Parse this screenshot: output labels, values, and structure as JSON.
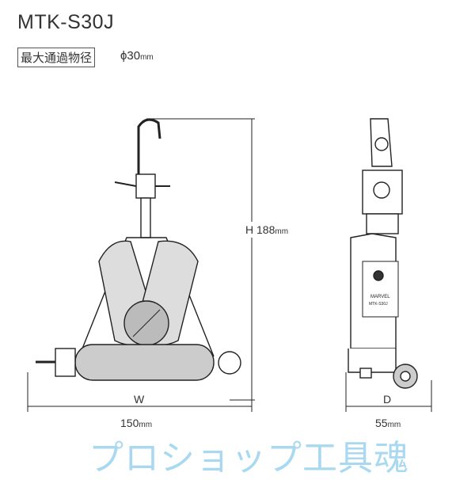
{
  "title": "MTK-S30J",
  "spec": {
    "label": "最大通過物径",
    "symbol": "ϕ",
    "value": "30",
    "unit": "mm"
  },
  "dimensions": {
    "width": {
      "letter": "W",
      "value": "150",
      "unit": "mm"
    },
    "height": {
      "letter": "H",
      "value": "188",
      "unit": "mm"
    },
    "depth": {
      "letter": "D",
      "value": "55",
      "unit": "mm"
    }
  },
  "product_label": {
    "brand": "MARVEL",
    "model": "MTK-S30J"
  },
  "watermark": "プロショップ工具魂",
  "colors": {
    "line": "#222222",
    "fill": "#ffffff",
    "roller": "#cccccc",
    "watermark": "#a9d9f0"
  }
}
